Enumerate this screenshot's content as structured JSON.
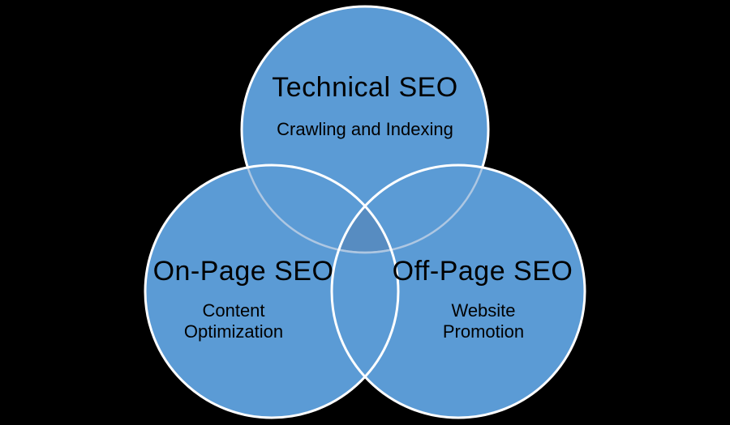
{
  "venn": {
    "type": "venn-diagram",
    "background_color": "#000000",
    "text_color": "#000000",
    "colors": {
      "circle_fill": "#5B9BD5",
      "circle_outline": "#FFFFFF",
      "covered_outline": "#AEC7E2",
      "center_overlay": "rgba(70,60,95,0.16)"
    },
    "sets": [
      {
        "id": "technical-seo",
        "title": "Technical SEO",
        "subtitle": "Crawling and Indexing"
      },
      {
        "id": "on-page-seo",
        "title": "On-Page SEO",
        "subtitle": "Content\nOptimization"
      },
      {
        "id": "off-page-seo",
        "title": "Off-Page SEO",
        "subtitle": "Website\nPromotion"
      }
    ]
  }
}
